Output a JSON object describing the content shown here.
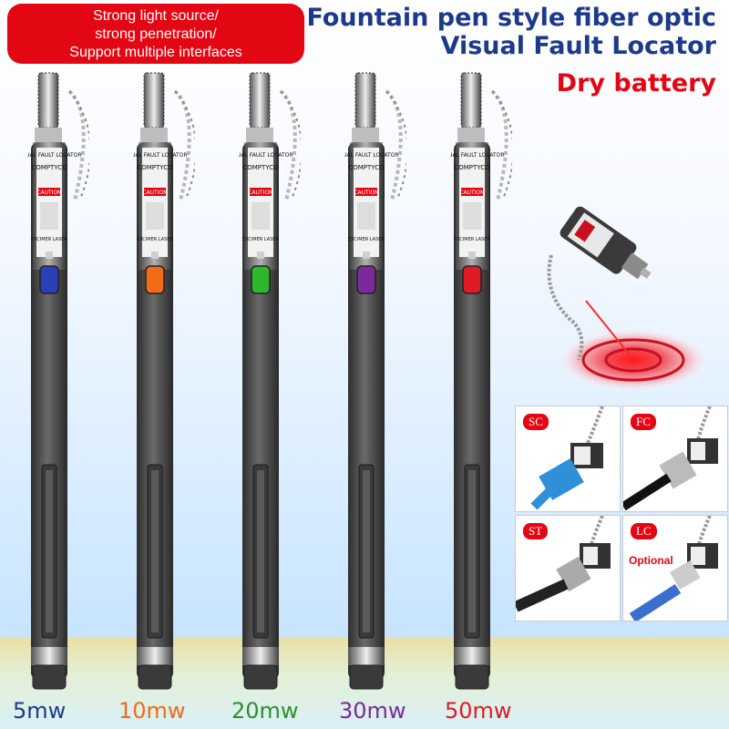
{
  "badge": {
    "lines": [
      "Strong light source/",
      "strong penetration/",
      "Support multiple interfaces"
    ]
  },
  "title": {
    "line1": "Fountain pen style fiber optic",
    "line2": "Visual Fault Locator",
    "subtitle": "Dry battery"
  },
  "pens": [
    {
      "power": "5mw",
      "button_color": "#2b3fb8",
      "label_color": "#1d3a8a"
    },
    {
      "power": "10mw",
      "button_color": "#f26b16",
      "label_color": "#f26b16"
    },
    {
      "power": "20mw",
      "button_color": "#2eb82e",
      "label_color": "#2f8f2f"
    },
    {
      "power": "30mw",
      "button_color": "#7a2a9a",
      "label_color": "#7a2a9a"
    },
    {
      "power": "50mw",
      "button_color": "#e01b24",
      "label_color": "#e01b24"
    }
  ],
  "pen_text": {
    "header": "VISUAL FAULT LOCATOR",
    "brand": "COMPTYCO",
    "caution": "CAUTION",
    "laser": "EXCIMER LASER"
  },
  "connectors": [
    {
      "tag": "SC",
      "note": ""
    },
    {
      "tag": "FC",
      "note": ""
    },
    {
      "tag": "ST",
      "note": ""
    },
    {
      "tag": "LC",
      "note": "Optional"
    }
  ],
  "colors": {
    "accent_red": "#e30613",
    "title_blue": "#1d3a8a",
    "pen_body": "#4a4a4a"
  }
}
